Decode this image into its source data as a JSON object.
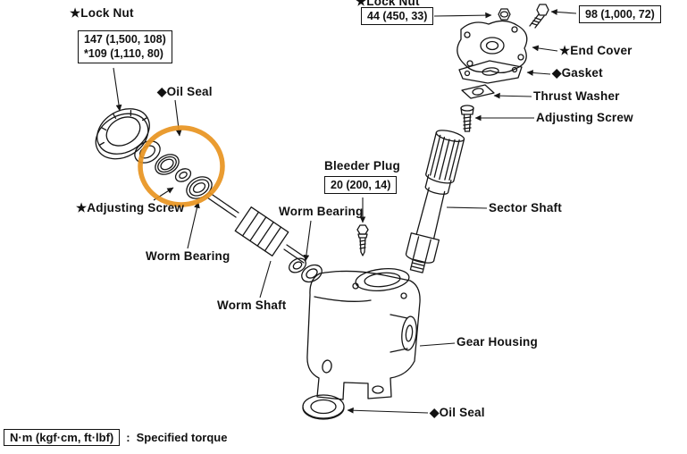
{
  "callouts": {
    "lock_nut_left": {
      "label": "★Lock Nut",
      "torque_line1": "147 (1,500, 108)",
      "torque_line2": "*109 (1,110, 80)"
    },
    "oil_seal_top": {
      "label": "◆Oil Seal"
    },
    "adjusting_screw_left": {
      "label": "★Adjusting Screw"
    },
    "worm_bearing_left": {
      "label": "Worm Bearing"
    },
    "worm_shaft": {
      "label": "Worm Shaft"
    },
    "worm_bearing_right": {
      "label": "Worm Bearing"
    },
    "bleeder_plug": {
      "label": "Bleeder Plug",
      "torque": "20 (200, 14)"
    },
    "lock_nut_top": {
      "label": "★Lock Nut",
      "torque": "44 (450, 33)"
    },
    "end_cover_bolt": {
      "torque": "98 (1,000, 72)"
    },
    "end_cover": {
      "label": "★End Cover"
    },
    "gasket": {
      "label": "◆Gasket"
    },
    "thrust_washer": {
      "label": "Thrust Washer"
    },
    "adjusting_screw_right": {
      "label": "Adjusting Screw"
    },
    "sector_shaft": {
      "label": "Sector Shaft"
    },
    "gear_housing": {
      "label": "Gear Housing"
    },
    "oil_seal_bottom": {
      "label": "◆Oil Seal"
    }
  },
  "legend": {
    "unit_box": "N·m (kgf·cm, ft·lbf)",
    "separator": ":",
    "description": "Specified torque"
  },
  "annotation": {
    "highlight_color": "#E8941F"
  },
  "line_color": "#161616"
}
